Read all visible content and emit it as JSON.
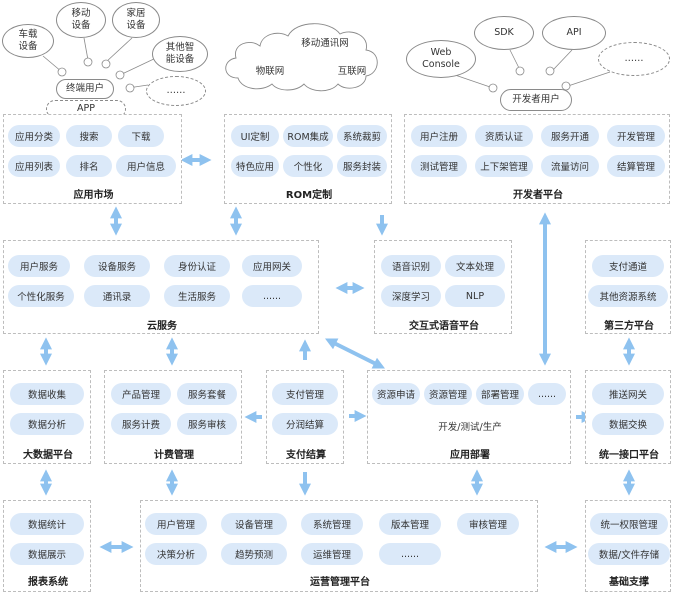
{
  "user_cluster": {
    "car_device": "车载\n设备",
    "mobile_device": "移动\n设备",
    "home_device": "家居\n设备",
    "other_device": "其他智\n能设备",
    "more": "……",
    "end_user": "终端用户",
    "app": "APP"
  },
  "cloud": {
    "mobile_internet": "移动通讯网",
    "iot": "物联网",
    "internet": "互联网"
  },
  "dev_cluster": {
    "web_console": "Web\nConsole",
    "sdk": "SDK",
    "api": "API",
    "more": "……",
    "developer": "开发者用户"
  },
  "app_market": {
    "title": "应用市场",
    "items": [
      "应用分类",
      "搜索",
      "下载",
      "应用列表",
      "排名",
      "用户信息"
    ]
  },
  "rom": {
    "title": "ROM定制",
    "items": [
      "UI定制",
      "ROM集成",
      "系统裁剪",
      "特色应用",
      "个性化",
      "服务封装"
    ]
  },
  "dev_platform": {
    "title": "开发者平台",
    "items": [
      "用户注册",
      "资质认证",
      "服务开通",
      "开发管理",
      "测试管理",
      "上下架管理",
      "流量访问",
      "结算管理"
    ]
  },
  "cloud_service": {
    "title": "云服务",
    "items": [
      "用户服务",
      "设备服务",
      "身份认证",
      "应用网关",
      "个性化服务",
      "通讯录",
      "生活服务",
      "......"
    ]
  },
  "voice": {
    "title": "交互式语音平台",
    "items": [
      "语音识别",
      "文本处理",
      "深度学习",
      "NLP"
    ]
  },
  "third_party": {
    "title": "第三方平台",
    "items": [
      "支付通道",
      "其他资源系统"
    ]
  },
  "big_data": {
    "title": "大数据平台",
    "items": [
      "数据收集",
      "数据分析"
    ]
  },
  "billing": {
    "title": "计费管理",
    "items": [
      "产品管理",
      "服务套餐",
      "服务计费",
      "服务审核"
    ]
  },
  "payment": {
    "title": "支付结算",
    "items": [
      "支付管理",
      "分润结算"
    ]
  },
  "deploy": {
    "title": "应用部署",
    "items": [
      "资源申请",
      "资源管理",
      "部署管理",
      "......"
    ],
    "subtitle": "开发/测试/生产"
  },
  "interface": {
    "title": "统一接口平台",
    "items": [
      "推送网关",
      "数据交换"
    ]
  },
  "report": {
    "title": "报表系统",
    "items": [
      "数据统计",
      "数据展示"
    ]
  },
  "ops": {
    "title": "运营管理平台",
    "items": [
      "用户管理",
      "设备管理",
      "系统管理",
      "版本管理",
      "审核管理",
      "决策分析",
      "趋势预测",
      "运维管理",
      "......"
    ]
  },
  "base": {
    "title": "基础支撑",
    "items": [
      "统一权限管理",
      "数据/文件存储"
    ]
  },
  "colors": {
    "pill": "#dbe9f9",
    "arrow": "#8ec2ef",
    "border": "#bdbdbd"
  }
}
